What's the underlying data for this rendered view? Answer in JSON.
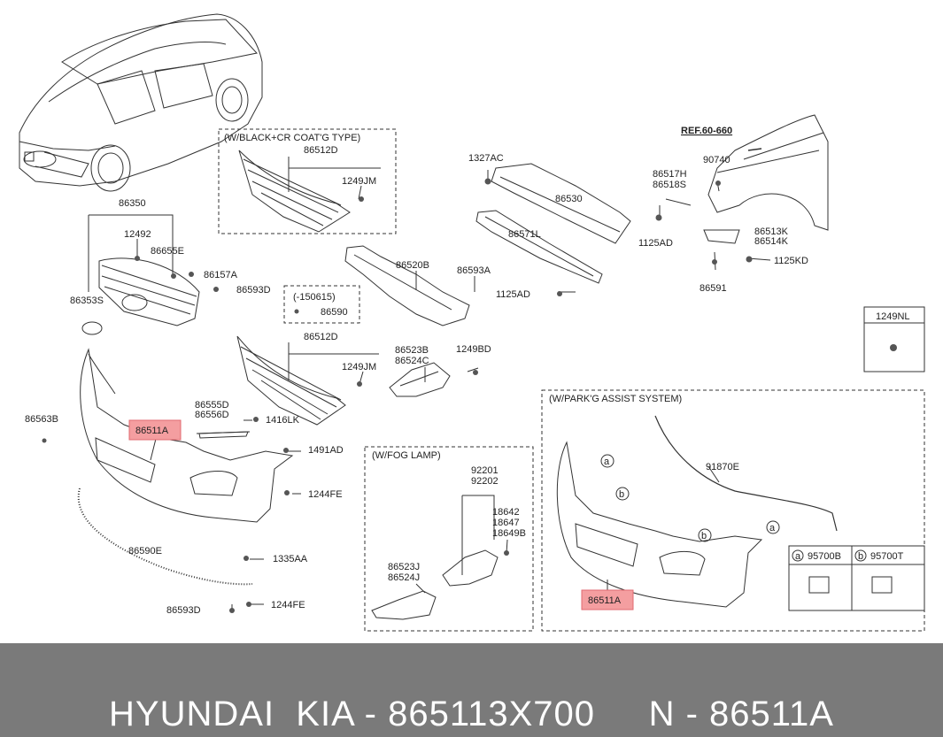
{
  "sections": {
    "black_cr": "(W/BLACK+CR COAT'G TYPE)",
    "date_note": "(-150615)",
    "fog_lamp": "(W/FOG LAMP)",
    "park_assist": "(W/PARK'G ASSIST SYSTEM)"
  },
  "reference": "REF.60-660",
  "callout": {
    "box_label": "1249NL",
    "letter_a": "a",
    "letter_b": "b",
    "sensor_a": "95700B",
    "sensor_b": "95700T"
  },
  "labels": {
    "p86350": "86350",
    "p12492": "12492",
    "p86655E": "86655E",
    "p86157A": "86157A",
    "p86593D_top": "86593D",
    "p86353S": "86353S",
    "p86512D_top": "86512D",
    "p1249JM_top": "1249JM",
    "p86590": "86590",
    "p86520B": "86520B",
    "p86593A": "86593A",
    "p86512D_mid": "86512D",
    "p1249JM_mid": "1249JM",
    "p86523B": "86523B",
    "p86524C": "86524C",
    "p1249BD": "1249BD",
    "p1327AC": "1327AC",
    "p86530": "86530",
    "p86571L": "86571L",
    "p1125AD_mid": "1125AD",
    "p86517H": "86517H",
    "p86518S": "86518S",
    "p90740": "90740",
    "p1125AD_right": "1125AD",
    "p86513K": "86513K",
    "p86514K": "86514K",
    "p1125KD": "1125KD",
    "p86591": "86591",
    "p86563B": "86563B",
    "p86511A_main": "86511A",
    "p86555D": "86555D",
    "p86556D": "86556D",
    "p1416LK": "1416LK",
    "p1491AD": "1491AD",
    "p1244FE_top": "1244FE",
    "p86590E": "86590E",
    "p1335AA": "1335AA",
    "p86593D_bot": "86593D",
    "p1244FE_bot": "1244FE",
    "p92201": "92201",
    "p92202": "92202",
    "p18642": "18642",
    "p18647": "18647",
    "p18649B": "18649B",
    "p86523J": "86523J",
    "p86524J": "86524J",
    "p91870E": "91870E",
    "p86511A_park": "86511A"
  },
  "footer": "HYUNDAI  KIA - 865113X700     N - 86511A",
  "colors": {
    "highlight": "#f49ea0",
    "footer_bg": "#7a7a7a",
    "footer_text": "#ffffff"
  }
}
